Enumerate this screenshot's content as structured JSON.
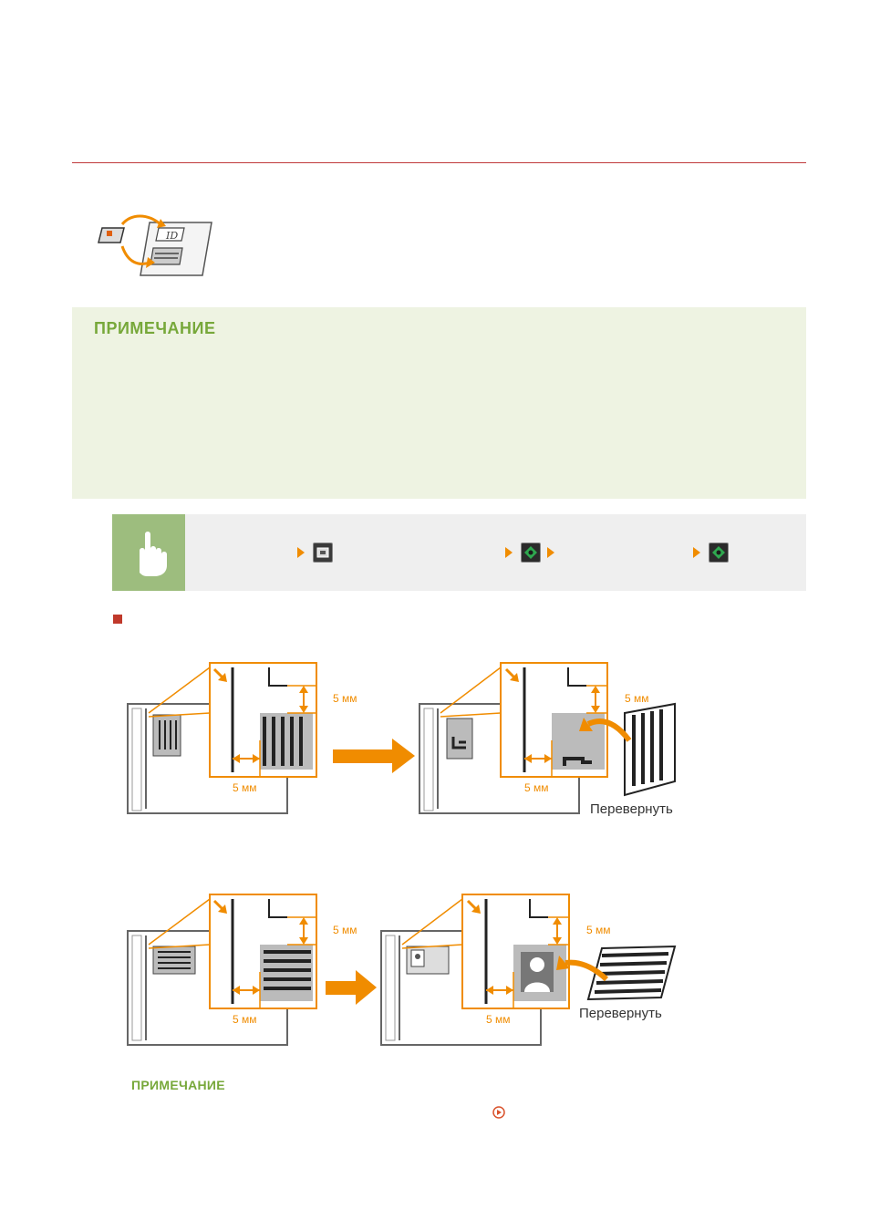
{
  "note": {
    "title": "ПРИМЕЧАНИЕ"
  },
  "figures": {
    "dimension_label": "5 мм",
    "flip_label": "Перевернуть"
  },
  "note2": {
    "title": "ПРИМЕЧАНИЕ"
  },
  "colors": {
    "rule": "#c0393b",
    "note_title": "#77a83a",
    "note_bg": "#eef3e2",
    "accent": "#f08c00",
    "hand_bg": "#9dbd7e"
  },
  "icons": {
    "id_copy": "id-card-copy-icon",
    "hand": "hand-touch-icon",
    "copy_key": "copy-key-icon",
    "start_key": "start-key-icon",
    "link": "link-arrow-icon"
  }
}
